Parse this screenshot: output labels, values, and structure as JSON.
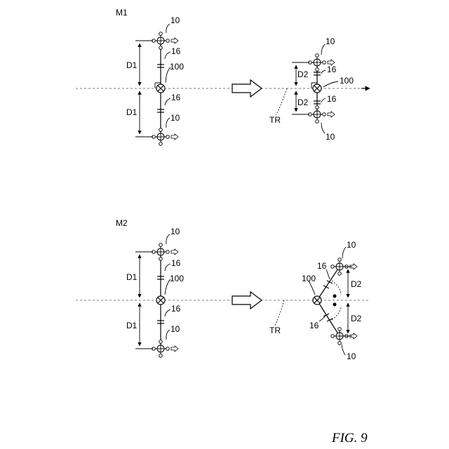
{
  "labels": {
    "m1": "M1",
    "m2": "M2",
    "d1": "D1",
    "d2": "D2",
    "tr": "TR",
    "drone": "10",
    "link": "16",
    "center": "100",
    "figure": "FIG. 9"
  }
}
